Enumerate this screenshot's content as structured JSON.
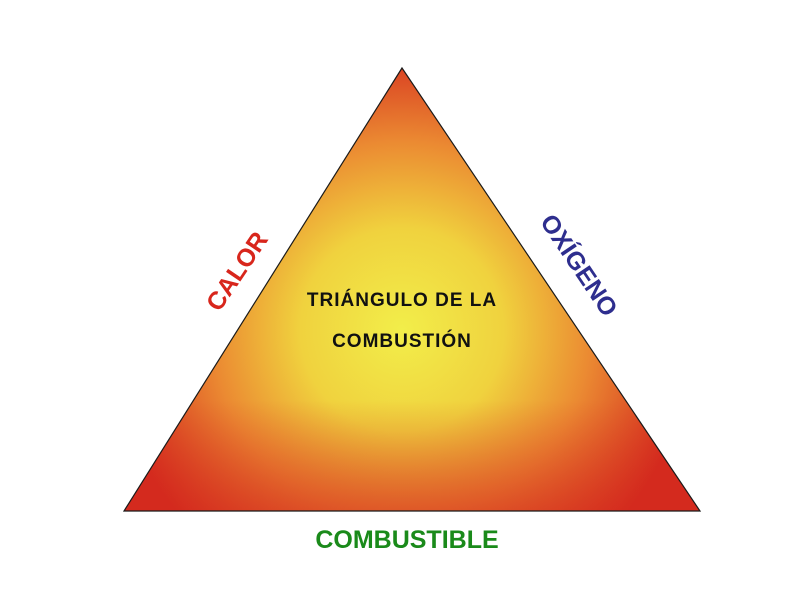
{
  "diagram": {
    "center_title_line1": "TRIÁNGULO DE LA",
    "center_title_line2": "COMBUSTIÓN",
    "side_left": "CALOR",
    "side_right": "OXÍGENO",
    "side_bottom": "COMBUSTIBLE"
  },
  "colors": {
    "triangle_center": "#f2ee4a",
    "triangle_mid": "#f0a23a",
    "triangle_edge": "#d42a1e",
    "outline": "#1a1a1a",
    "calor": "#d8261c",
    "oxigeno": "#2e2e8e",
    "combustible": "#1a8a1a"
  }
}
